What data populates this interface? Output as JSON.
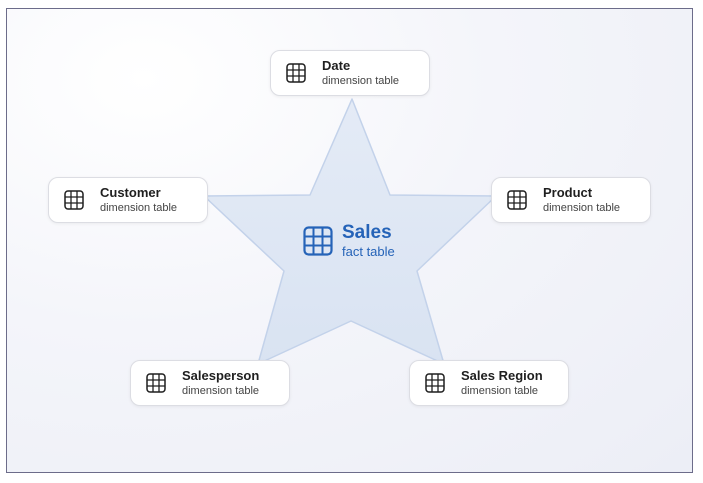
{
  "fact": {
    "name": "Sales",
    "subtitle": "fact table",
    "icon": "table-grid-icon"
  },
  "dimensions": [
    {
      "id": "date",
      "name": "Date",
      "subtitle": "dimension table",
      "icon": "table-grid-icon"
    },
    {
      "id": "customer",
      "name": "Customer",
      "subtitle": "dimension table",
      "icon": "table-grid-icon"
    },
    {
      "id": "product",
      "name": "Product",
      "subtitle": "dimension table",
      "icon": "table-grid-icon"
    },
    {
      "id": "salesperson",
      "name": "Salesperson",
      "subtitle": "dimension table",
      "icon": "table-grid-icon"
    },
    {
      "id": "sales-region",
      "name": "Sales Region",
      "subtitle": "dimension table",
      "icon": "table-grid-icon"
    }
  ],
  "colors": {
    "star_fill": "#dde6f3",
    "star_stroke": "#bfcfe8",
    "fact_text": "#2563b8",
    "card_border": "#dcdde3",
    "frame_border": "#6c6c8a"
  }
}
